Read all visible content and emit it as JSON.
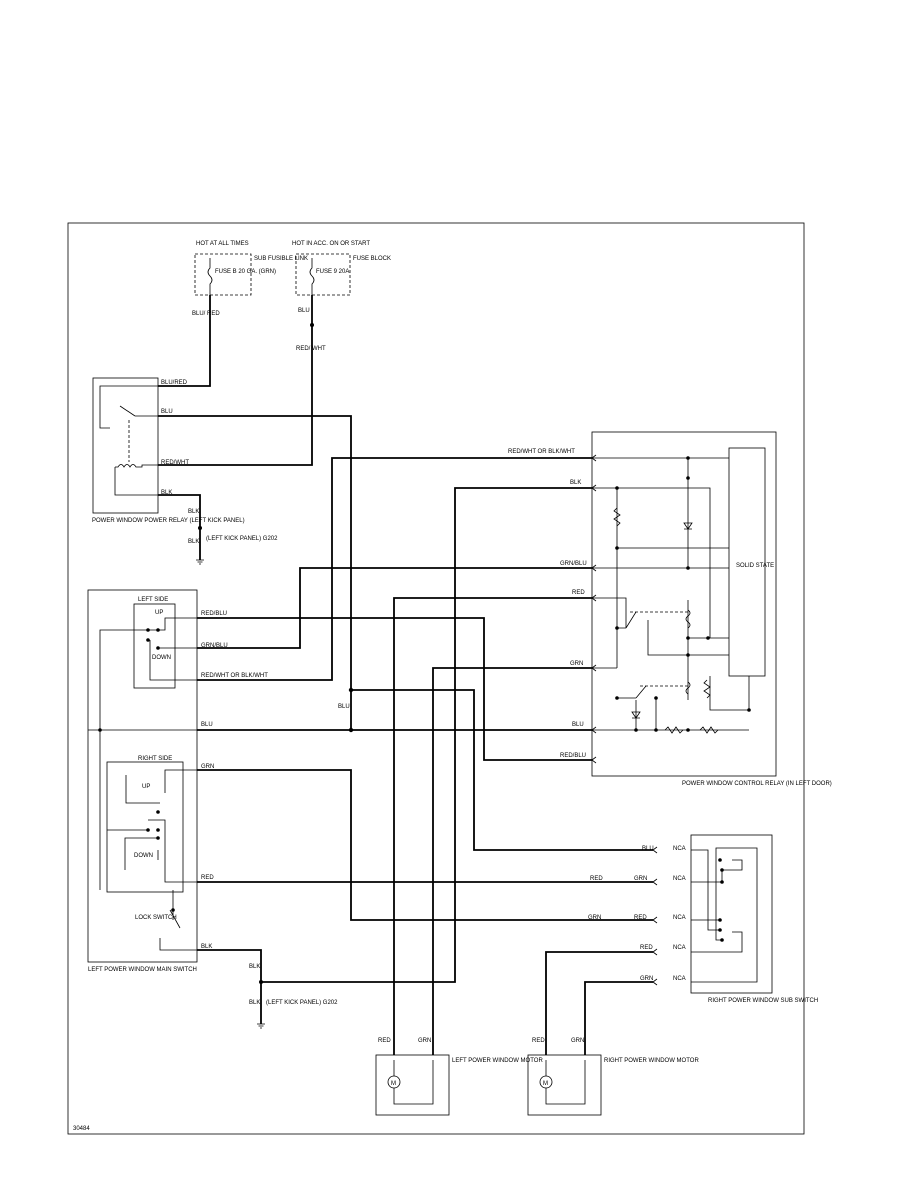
{
  "diagram_number": "30484",
  "fuses": {
    "hot_at_all_times": "HOT AT ALL TIMES",
    "sub_fusible_link": "SUB FUSIBLE LINK",
    "fuse_b": "FUSE B 20 GA. (GRN)",
    "hot_in_acc": "HOT IN ACC. ON OR START",
    "fuse_block": "FUSE BLOCK",
    "fuse_9": "FUSE 9 20A"
  },
  "wire_colors": {
    "blu_red": "BLU/ RED",
    "blu": "BLU",
    "red_wht": "RED/ WHT",
    "blk": "BLK"
  },
  "relay": {
    "label": "POWER WINDOW POWER RELAY (LEFT KICK PANEL)",
    "pins": [
      "BLU/RED",
      "BLU",
      "RED/WHT",
      "BLK"
    ]
  },
  "grounds": {
    "g202": "(LEFT KICK PANEL) G202"
  },
  "main_switch": {
    "label": "LEFT POWER WINDOW MAIN SWITCH",
    "left_side": "LEFT SIDE",
    "right_side": "RIGHT SIDE",
    "up": "UP",
    "down": "DOWN",
    "lock_switch": "LOCK SWITCH",
    "pins": [
      "RED/BLU",
      "GRN/BLU",
      "RED/WHT  OR  BLK/WHT",
      "BLU",
      "GRN",
      "RED",
      "BLK"
    ]
  },
  "control_relay": {
    "label": "POWER WINDOW CONTROL RELAY (IN LEFT DOOR)",
    "solid_state": "SOLID STATE",
    "pins": [
      "RED/WHT  OR  BLK/WHT",
      "BLK",
      "GRN/BLU",
      "RED",
      "GRN",
      "BLU",
      "RED/BLU"
    ]
  },
  "sub_switch": {
    "label": "RIGHT POWER WINDOW SUB SWITCH",
    "nca": "NCA",
    "wire_labels": [
      "BLU",
      "RED",
      "GRN",
      "GRN",
      "RED",
      "RED",
      "GRN"
    ]
  },
  "motors": {
    "left": "LEFT POWER WINDOW MOTOR",
    "right": "RIGHT POWER WINDOW MOTOR",
    "symbol": "M",
    "red": "RED",
    "grn": "GRN"
  }
}
